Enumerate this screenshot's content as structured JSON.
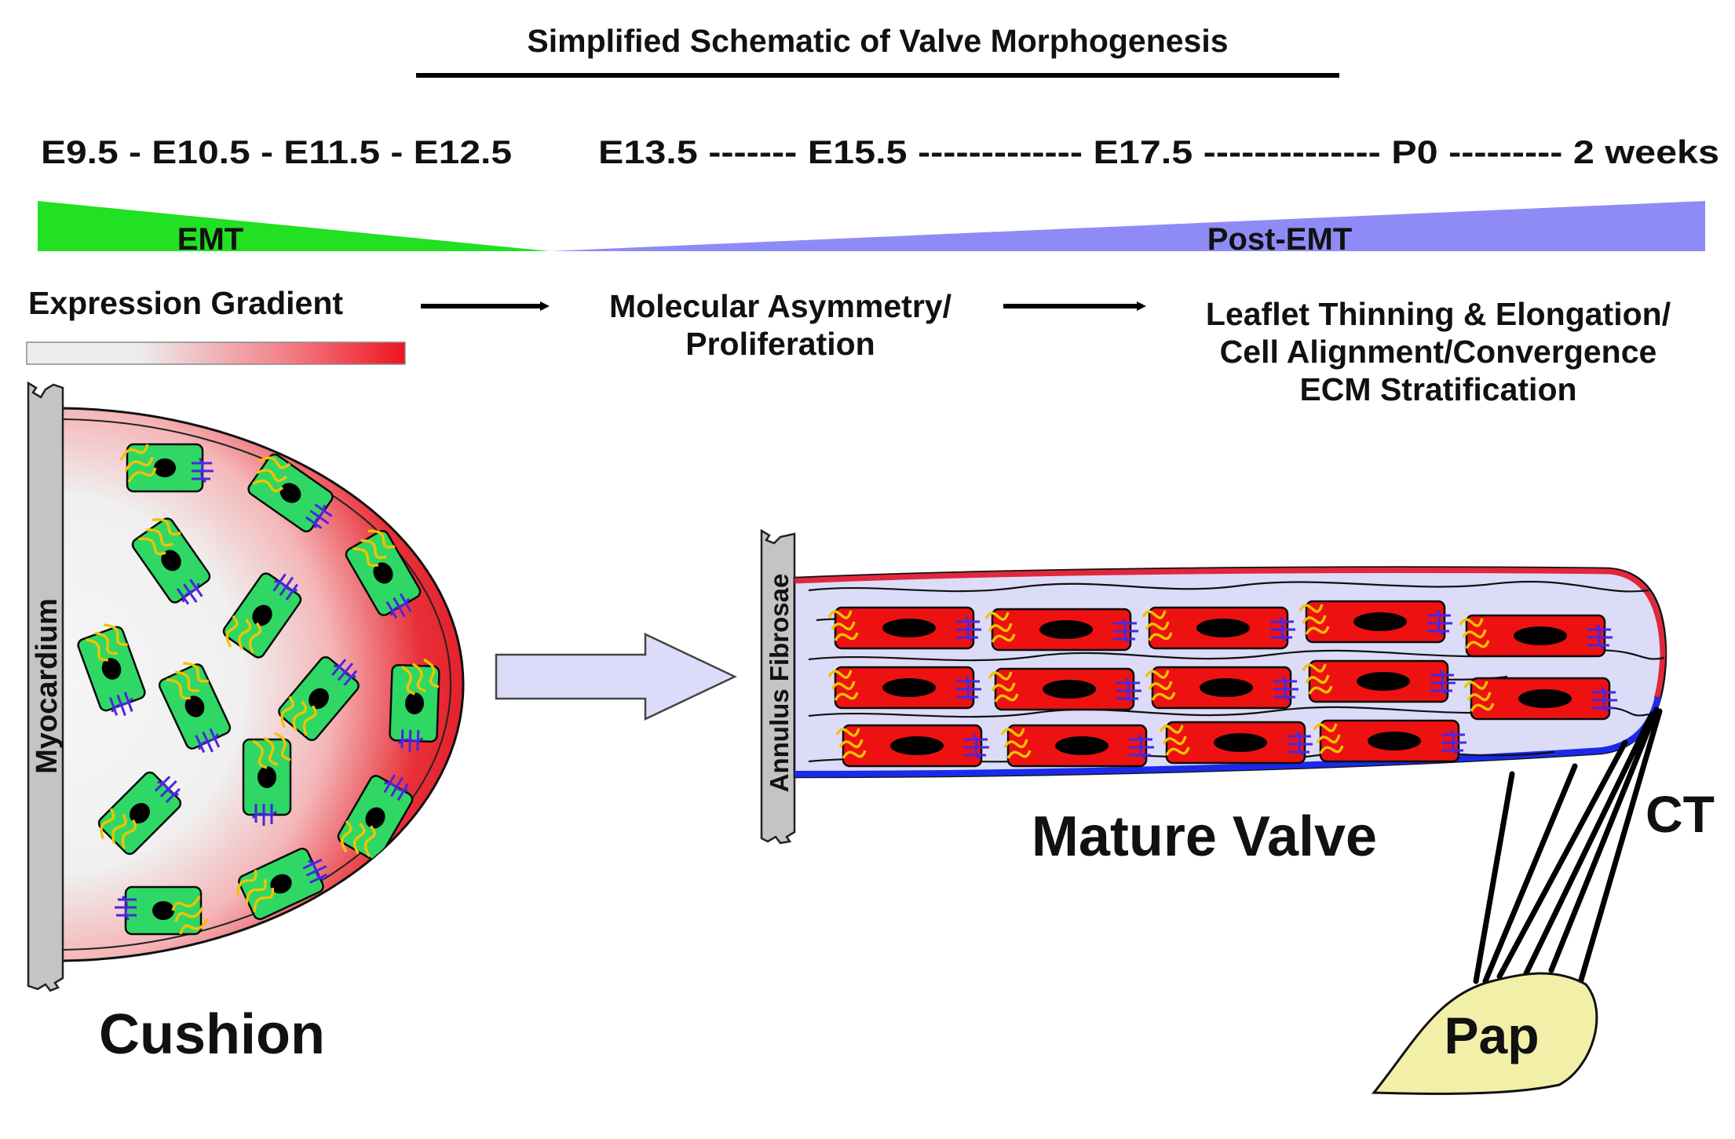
{
  "title": "Simplified Schematic of Valve Morphogenesis",
  "timeline": {
    "left": "E9.5 - E10.5 - E11.5 - E12.5",
    "right": "E13.5 ------- E15.5 ------------- E17.5 -------------- P0 --------- 2 weeks"
  },
  "phases": {
    "emt": "EMT",
    "post_emt": "Post-EMT"
  },
  "steps": {
    "step1": "Expression Gradient",
    "step2_line1": "Molecular Asymmetry/",
    "step2_line2": "Proliferation",
    "step3_line1": "Leaflet Thinning & Elongation/",
    "step3_line2": "Cell Alignment/Convergence",
    "step3_line3": "ECM Stratification"
  },
  "labels": {
    "myocardium": "Myocardium",
    "annulus": "Annulus Fibrosae",
    "cushion": "Cushion",
    "mature_valve": "Mature Valve",
    "ct": "CT",
    "pap": "Pap"
  },
  "colors": {
    "emt_green": "#22e022",
    "post_emt_purple": "#8f8bf6",
    "cell_green": "#2fd864",
    "cell_red": "#ee1111",
    "cushion_red": "#e8141e",
    "valve_fill": "#dcdcf8",
    "pap_fill": "#f2f0a8",
    "wall_gray": "#c4c4c4",
    "arrow_fill": "#dcdcfa"
  }
}
